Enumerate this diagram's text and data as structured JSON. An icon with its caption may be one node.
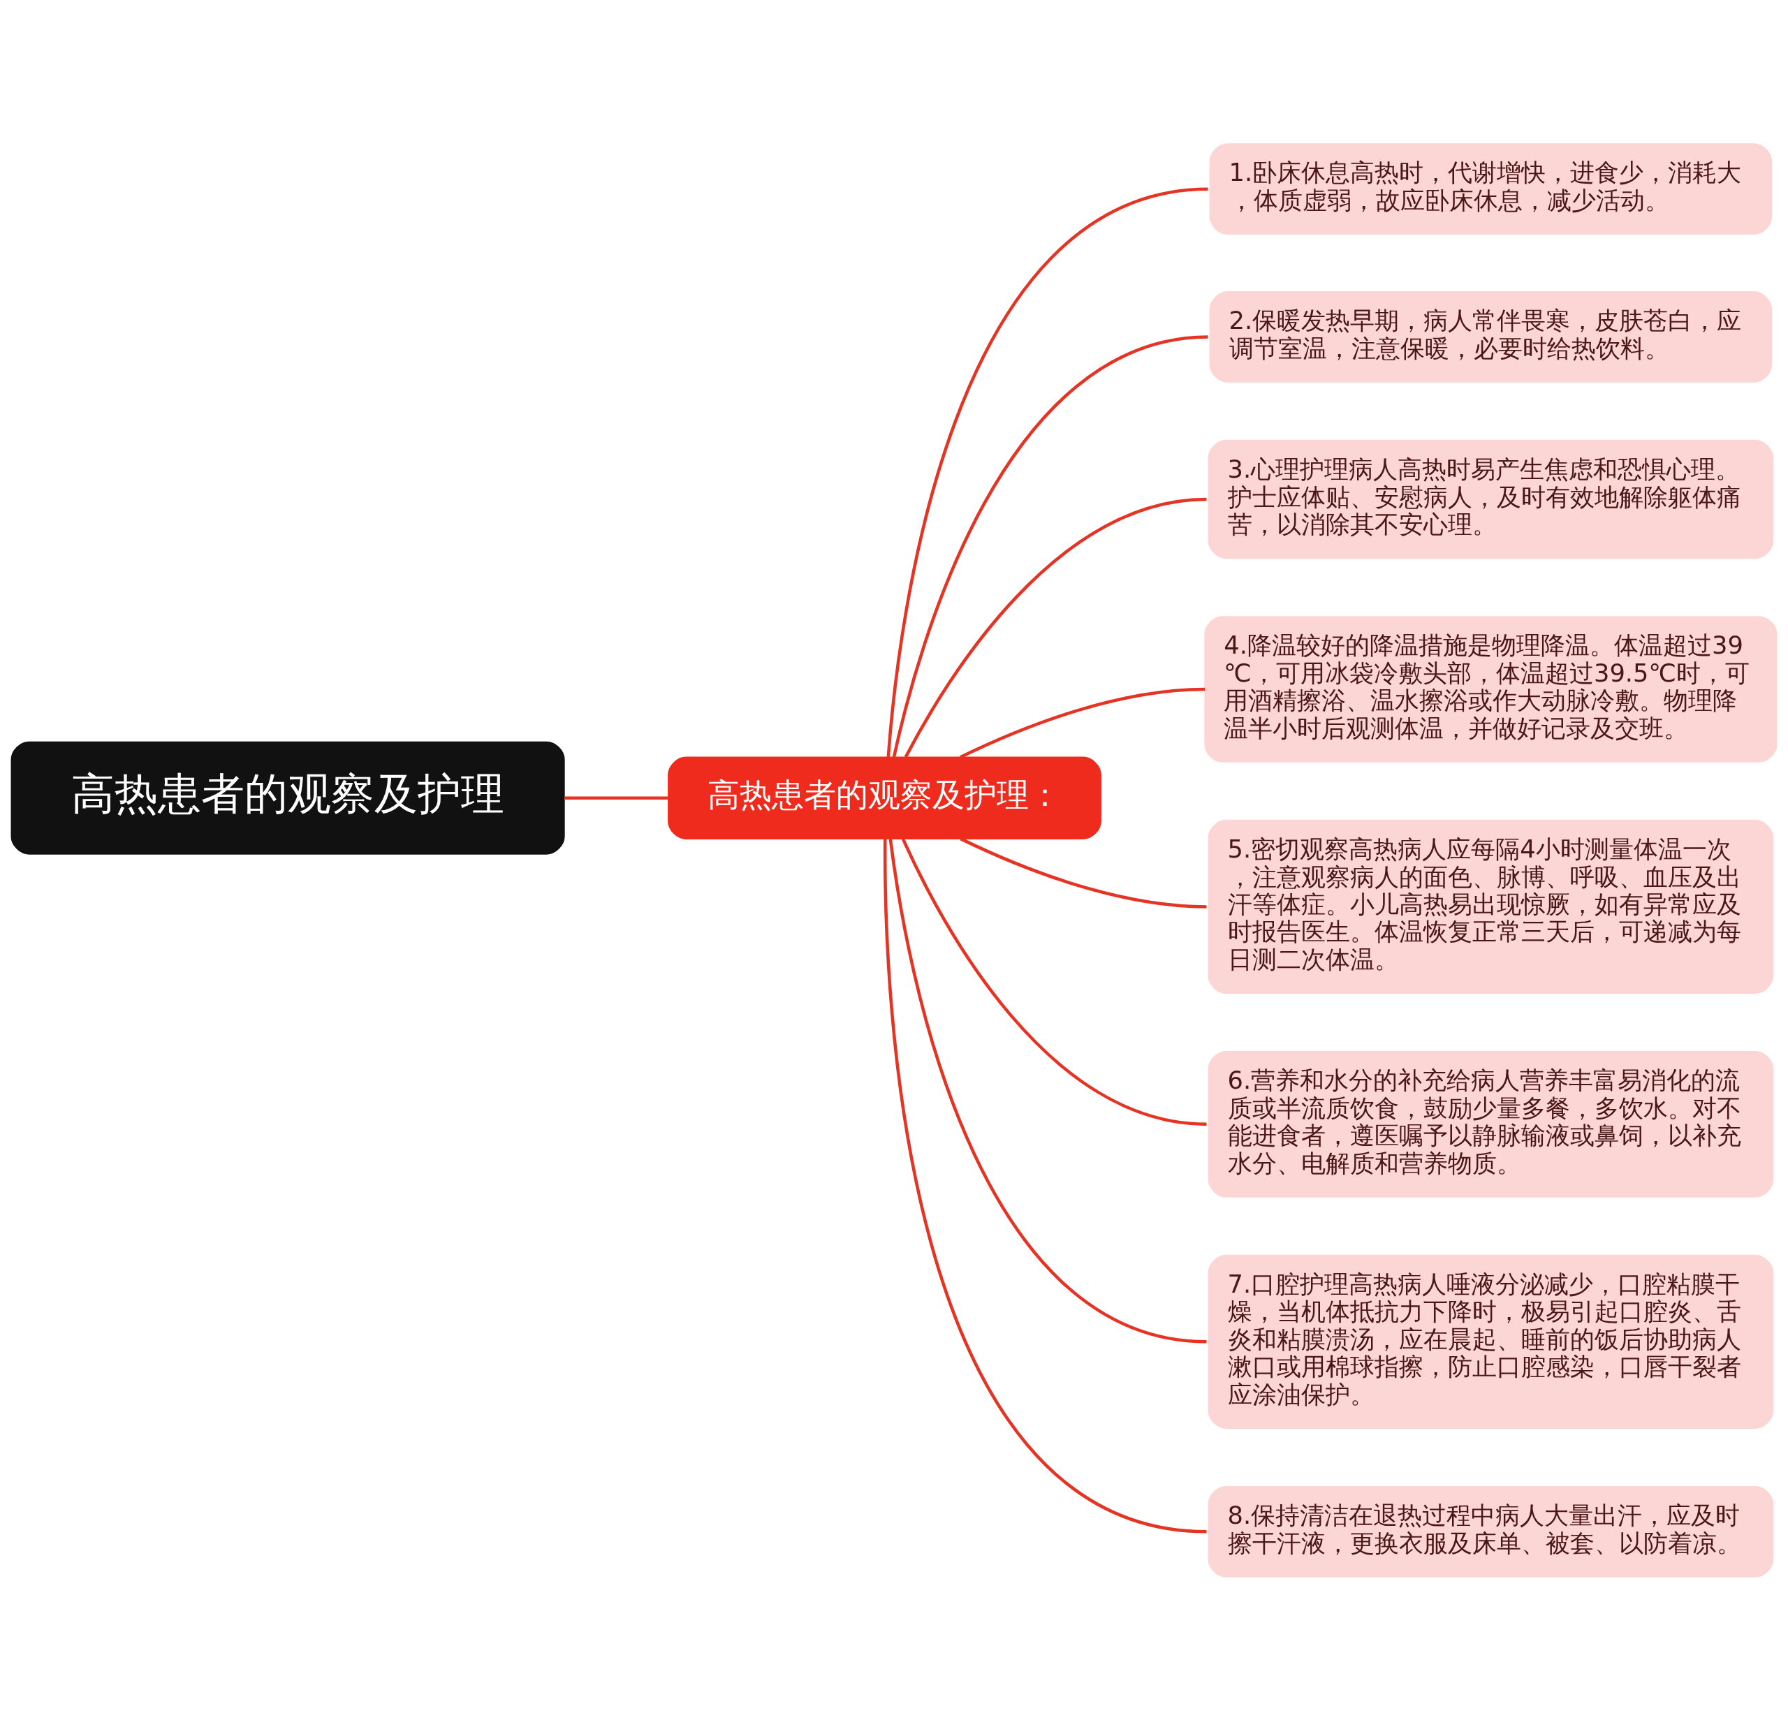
{
  "diagram": {
    "nodes": [
      {
        "text": [
          "高热患者的观察及护理"
        ]
      },
      {
        "text": [
          "高热患者的观察及护理："
        ]
      },
      {
        "text": [
          "1.卧床休息高热时，代谢增快，进食少，消耗大，体质虚弱，故应卧床休息，减少活动。"
        ]
      },
      {
        "text": [
          "2.保暖发热早期，病人常伴畏寒，皮肤苍白，应调节室温，注意保暖，必要时给热饮料。"
        ]
      },
      {
        "text": [
          "3.心理护理病人高热时易产生焦虑和恐惧心理。护士应体贴、安慰病人，及时有效地解除躯体痛苦，以消除其不安心理。"
        ]
      },
      {
        "text": [
          "4.降温较好的降温措施是物理降温。体温超过39℃，可用冰袋冷敷头部，体温超过39.5℃时，可用酒精擦浴、温水擦浴或作大动脉冷敷。物理降温半小时后观测体温，并做好记录及交班。"
        ]
      },
      {
        "text": [
          "5.密切观察高热病人应每隔4小时测量体温一次，注意观察病人的面色、脉博、呼吸、血压及出汗等体症。小儿高热易出现惊厥，如有异常应及时报告医生。体温恢复正常三天后，可递减为每日测二次体温。"
        ]
      },
      {
        "text": [
          "6.营养和水分的补充给病人营养丰富易消化的流质或半流质饮食，鼓励少量多餐，多饮水。对不能进食者，遵医嘱予以静脉输液或鼻饲，以补充水分、电解质和营养物质。"
        ]
      },
      {
        "text": [
          "7.口腔护理高热病人唾液分泌减少，口腔粘膜干燥，当机体抵抗力下降时，极易引起口腔炎、舌炎和粘膜溃汤，应在晨起、睡前的饭后协助病人漱口或用棉球指擦，防止口腔感染，口唇干裂者应涂油保护。"
        ]
      },
      {
        "text": [
          "8.保持清洁在退热过程中病人大量出汗，应及时擦干汗液，更换衣服及床单、被套、以防着凉。"
        ]
      }
    ],
    "edges": [
      {
        "from": 0,
        "to": 1,
        "arrow": "none"
      },
      {
        "from": 1,
        "to": 2,
        "arrow": "none"
      },
      {
        "from": 1,
        "to": 3,
        "arrow": "none"
      },
      {
        "from": 1,
        "to": 4,
        "arrow": "none"
      },
      {
        "from": 1,
        "to": 5,
        "arrow": "none"
      },
      {
        "from": 1,
        "to": 6,
        "arrow": "none"
      },
      {
        "from": 1,
        "to": 7,
        "arrow": "none"
      },
      {
        "from": 1,
        "to": 8,
        "arrow": "none"
      },
      {
        "from": 1,
        "to": 9,
        "arrow": "none"
      }
    ]
  }
}
